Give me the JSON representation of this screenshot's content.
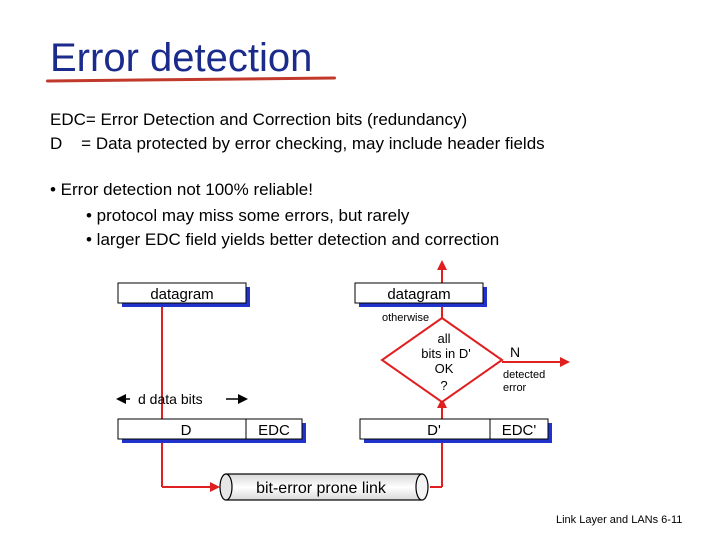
{
  "slide": {
    "title": "Error detection",
    "definitions": [
      "EDC= Error Detection and Correction bits (redundancy)",
      "D    = Data protected by error checking, may include header fields"
    ],
    "bullet_main": "• Error detection not 100% reliable!",
    "sub_bullets": [
      "• protocol may miss some errors, but rarely",
      "• larger EDC field yields better detection and correction"
    ],
    "footer": "Link Layer and LANs  6-11"
  },
  "diagram": {
    "sender_datagram": "datagram",
    "receiver_datagram": "datagram",
    "otherwise_label": "otherwise",
    "decision_lines": [
      "all",
      "bits in D'",
      "OK",
      "?"
    ],
    "n_label": "N",
    "detected_error_lines": [
      "detected",
      "error"
    ],
    "d_data_bits": "d data bits",
    "sender_d": "D",
    "sender_edc": "EDC",
    "receiver_d": "D'",
    "receiver_edc": "EDC'",
    "link_label": "bit-error prone link",
    "colors": {
      "title": "#1a2b8c",
      "arrow": "#e02020",
      "shadow": "#2233cc",
      "underline": "#c0392b"
    }
  }
}
